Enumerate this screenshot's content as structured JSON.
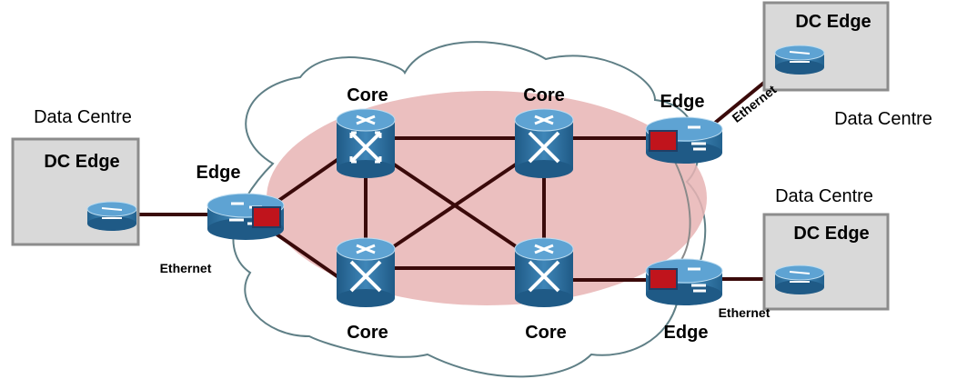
{
  "diagram": {
    "nodes": {
      "core_tl": "Core",
      "core_tr": "Core",
      "core_bl": "Core",
      "core_br": "Core",
      "edge_left": "Edge",
      "edge_tr": "Edge",
      "edge_br": "Edge"
    },
    "data_centres": {
      "left": {
        "title": "Data Centre",
        "box_label": "DC Edge"
      },
      "top_right": {
        "title": "Data Centre",
        "box_label": "DC Edge"
      },
      "bottom_right": {
        "title": "Data Centre",
        "box_label": "DC Edge"
      }
    },
    "links": {
      "left": "Ethernet",
      "top_right": "Ethernet",
      "bottom_right": "Ethernet"
    }
  },
  "colors": {
    "core_mesh_fill": "#e8b4b4",
    "router_blue": "#2f6f9f",
    "router_light": "#4e97c6",
    "marker_red": "#c0141c",
    "link_dark": "#3a0a0a",
    "dc_box_fill": "#d9d9d9",
    "dc_box_stroke": "#8c8c8c",
    "cloud_stroke": "#5f7f86"
  }
}
